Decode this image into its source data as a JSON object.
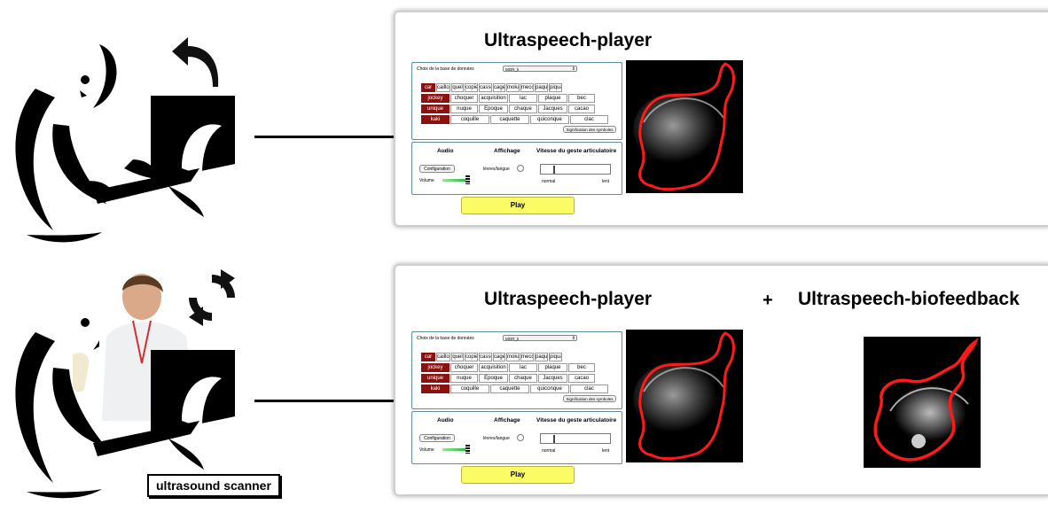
{
  "panels": [
    {
      "id": "top",
      "titles": [
        "Ultraspeech-player"
      ],
      "plus": "",
      "app": {
        "db_label": "Choix de la base de données",
        "db_value": "MOR_k",
        "rows": [
          [
            "car",
            "caillou",
            "quel",
            "copie",
            "casse",
            "cage",
            "moka",
            "mecc",
            "paque",
            "piqua"
          ],
          [
            "jockey",
            "choquer",
            "acquisition",
            "lac",
            "plaque",
            "bec"
          ],
          [
            "unique",
            "nuque",
            "Epoque",
            "chaque",
            "Jacques",
            "cacao"
          ],
          [
            "kaki",
            "coquille",
            "caquette",
            "quiconque",
            "clac"
          ]
        ],
        "signification_button": "Signification des symboles",
        "audio_heading": "Audio",
        "affichage_heading": "Affichage",
        "vitesse_heading": "Vitesse du geste articulatoire",
        "configuration_button": "Configuration",
        "volume_label": "Volume",
        "levres_label": "lèvres/langue",
        "normal_label": "normal",
        "lent_label": "lent",
        "play_label": "Play"
      }
    },
    {
      "id": "bottom",
      "titles": [
        "Ultraspeech-player",
        "Ultraspeech-biofeedback"
      ],
      "plus": "+",
      "app": {
        "db_label": "Choix de la base de données",
        "db_value": "MOR_k",
        "rows": [
          [
            "car",
            "caillou",
            "quel",
            "copie",
            "casse",
            "cage",
            "moka",
            "mecc",
            "paque",
            "piqua"
          ],
          [
            "jockey",
            "choquer",
            "acquisition",
            "lac",
            "plaque",
            "bec"
          ],
          [
            "unique",
            "nuque",
            "Epoque",
            "chaque",
            "Jacques",
            "cacao"
          ],
          [
            "kaki",
            "coquille",
            "caquette",
            "quiconque",
            "clac"
          ]
        ],
        "signification_button": "Signification des symboles",
        "audio_heading": "Audio",
        "affichage_heading": "Affichage",
        "vitesse_heading": "Vitesse du geste articulatoire",
        "configuration_button": "Configuration",
        "volume_label": "Volume",
        "levres_label": "lèvres/langue",
        "normal_label": "normal",
        "lent_label": "lent",
        "play_label": "Play"
      }
    }
  ],
  "scanner_label": "ultrasound scanner",
  "icons": {
    "top_arrow": "undo-arrow-icon",
    "bottom_cycle": "refresh-cycle-icon"
  },
  "colors": {
    "highlight": "#8b1111",
    "play": "#fbfb66",
    "contour": "#ff1a1a",
    "frame": "#5f8ba3"
  }
}
